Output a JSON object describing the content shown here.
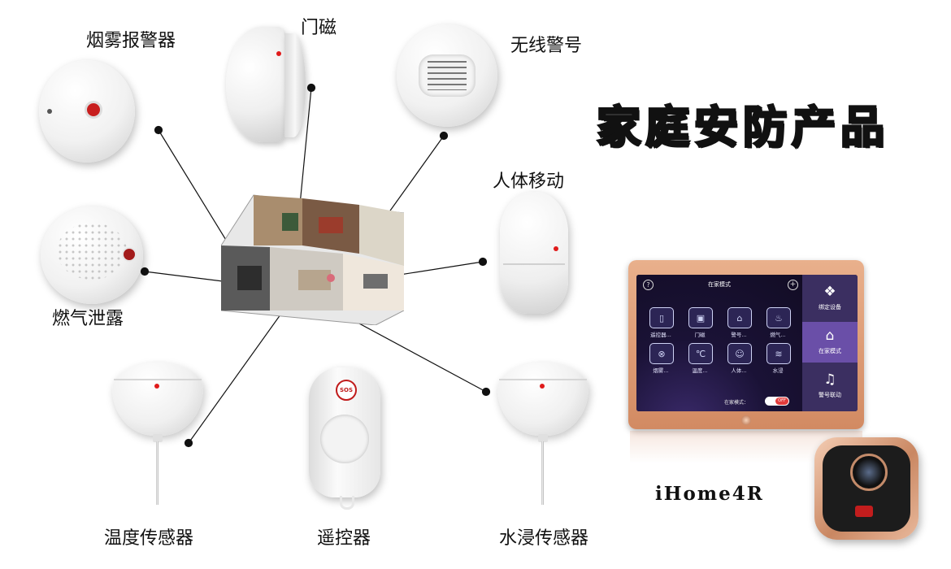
{
  "title": "家庭安防产品",
  "brand": "iHome4R",
  "products": {
    "smoke": "烟雾报警器",
    "door": "门磁",
    "siren": "无线警号",
    "motion": "人体移动",
    "gas": "燃气泄露",
    "temp": "温度传感器",
    "remote": "遥控器",
    "water": "水浸传感器"
  },
  "remote_sos": "SOS",
  "panel": {
    "header": "在家模式",
    "help_icon": "question-icon",
    "add_icon": "plus-icon",
    "tiles": [
      "遥控器...",
      "门磁",
      "警号...",
      "燃气...",
      "烟雾...",
      "温度...",
      "人体...",
      "水浸"
    ],
    "side": [
      "绑定设备",
      "在家模式",
      "警号联动"
    ],
    "toggle_label": "在家模式：",
    "toggle_state": "OFF",
    "colors": {
      "frame": "#d28a62",
      "screen": "#1a1236",
      "accent": "#6a4fa8"
    }
  }
}
